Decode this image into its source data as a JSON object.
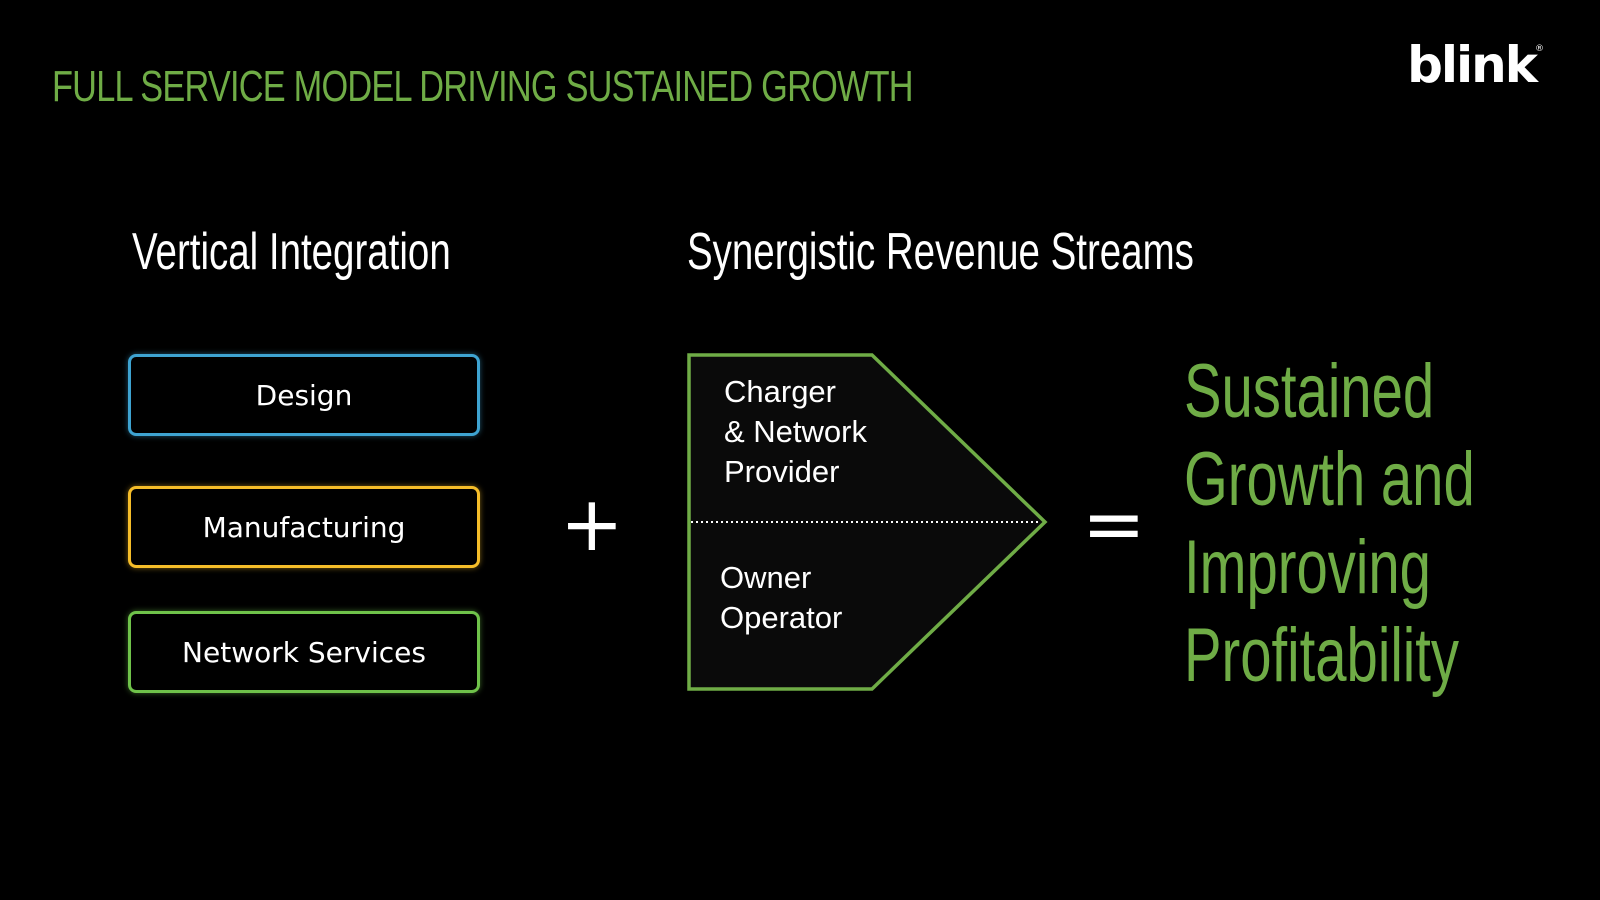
{
  "title": "FULL SERVICE MODEL DRIVING SUSTAINED GROWTH",
  "logo": {
    "text": "blink",
    "registered_mark": "®"
  },
  "vertical_integration": {
    "heading": "Vertical Integration",
    "items": [
      {
        "label": "Design",
        "color": "#3ea3d1"
      },
      {
        "label": "Manufacturing",
        "color": "#f5bd29"
      },
      {
        "label": "Network Services",
        "color": "#6fc24a"
      }
    ]
  },
  "operators": {
    "plus": "+",
    "equals": "="
  },
  "revenue_streams": {
    "heading": "Synergistic Revenue Streams",
    "segments": [
      {
        "label": "Charger\n& Network\nProvider"
      },
      {
        "label": "Owner\nOperator"
      }
    ],
    "outline_color": "#6fac46"
  },
  "result": {
    "text": "Sustained\nGrowth and\nImproving\nProfitability",
    "color": "#6fac46"
  }
}
